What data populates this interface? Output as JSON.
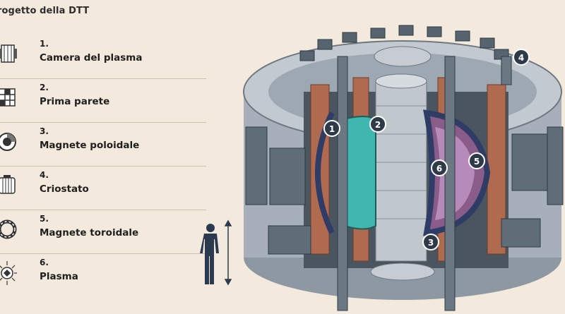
{
  "title": "rogetto della DTT",
  "legend": [
    {
      "num": "1.",
      "label": "Camera del plasma",
      "icon": "plasma-chamber-icon"
    },
    {
      "num": "2.",
      "label": "Prima parete",
      "icon": "first-wall-icon"
    },
    {
      "num": "3.",
      "label": "Magnete poloidale",
      "icon": "poloidal-magnet-icon"
    },
    {
      "num": "4.",
      "label": "Criostato",
      "icon": "cryostat-icon"
    },
    {
      "num": "5.",
      "label": "Magnete toroidale",
      "icon": "toroidal-magnet-icon"
    },
    {
      "num": "6.",
      "label": "Plasma",
      "icon": "plasma-icon"
    }
  ],
  "markers": [
    "1",
    "2",
    "3",
    "4",
    "5",
    "6"
  ],
  "colors": {
    "background": "#f3e9dc",
    "steel": "#9aa3ad",
    "copper": "#b06a50",
    "teal": "#3fb7b0",
    "plasma": "#8a5c8a",
    "navy": "#2f3c66"
  }
}
